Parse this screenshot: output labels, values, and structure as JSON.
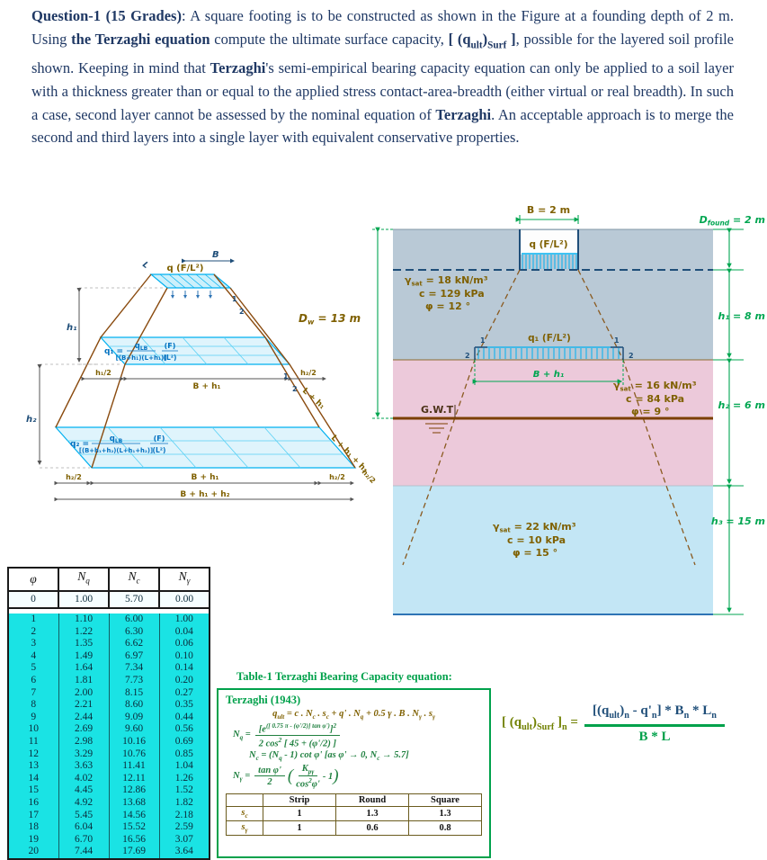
{
  "question": {
    "heading": "Question-1 (15 Grades)",
    "t1": ": A square footing is to be constructed as shown in the Figure at a founding depth of 2 m. Using ",
    "b1": "the Terzaghi equation",
    "t2": " compute the ultimate surface capacity, ",
    "capacity": [
      [
        "n",
        "[ (q"
      ],
      [
        "s",
        "ult"
      ],
      [
        "n",
        ")"
      ],
      [
        "s",
        "Surf"
      ],
      [
        "n",
        " ]"
      ]
    ],
    "t3": ", possible for the layered soil profile shown. Keeping in mind that ",
    "b2": "Terzaghi",
    "t4": "'s semi-empirical bearing capacity equation can only be applied to a soil layer with a thickness greater than or equal to the applied stress contact-area-breadth (either virtual or real breadth). In such a case, second layer cannot be assessed by the nominal equation of ",
    "b3": "Terzaghi",
    "t5": ". An acceptable approach is to merge the second and third layers into a single layer with equivalent conservative properties."
  },
  "iso": {
    "q_top": "q (F/L²)",
    "b": "B",
    "l": "L",
    "h1": "h₁",
    "h2": "h₂",
    "q1_eq": "q₁ =",
    "qlb_q": "q",
    "qlb_sub": "LB",
    "q1_den": "[(B+h₁)(L+h₁)]",
    "f_num": "(F)",
    "l2_den": "(L²)",
    "q2_eq": "q₂ =",
    "q2_den": "[(B+h₁+h₂)(L+h₁+h₂)]",
    "h1_half": "h₁/2",
    "h2_half": "h₂/2",
    "b_h1": "B + h₁",
    "b_h1_h2": "B + h₁ + h₂",
    "l_h1": "L + h₁",
    "l_h1_h2": "L + h₁ + h₂",
    "one": "1",
    "two": "2"
  },
  "section": {
    "b_top": "B = 2 m",
    "q_top": "q (F/L²)",
    "dfound": {
      "d": "D",
      "sub": "found",
      "rest": " = 2 m"
    },
    "dw": {
      "d": "D",
      "sub": "w",
      "rest": " = 13 m"
    },
    "layer1": {
      "g": "γ",
      "gs": "sat",
      "gr": " = 18 kN/m³",
      "c": "c = 129 kPa",
      "p": "φ = 12 °"
    },
    "q1": "q₁ (F/L²)",
    "b_h1": "B + h₁",
    "layer2": {
      "g": "γ",
      "gs": "sat",
      "gr": " = 16 kN/m³",
      "c": "c = 84 kPa",
      "p": "φ = 9 °"
    },
    "gwt": "G.W.T",
    "layer3": {
      "g": "γ",
      "gs": "sat",
      "gr": " = 22 kN/m³",
      "c": "c = 10 kPa",
      "p": "φ = 15 °"
    },
    "h1": "h₁ = 8 m",
    "h2": "h₂ = 6 m",
    "h3": "h₃ = 15 m",
    "one": "1",
    "two": "2"
  },
  "factors_table": {
    "headers": [
      [
        [
          "n",
          "φ"
        ]
      ],
      [
        [
          "n",
          "N"
        ],
        [
          "s",
          "q"
        ]
      ],
      [
        [
          "n",
          "N"
        ],
        [
          "s",
          "c"
        ]
      ],
      [
        [
          "n",
          "N"
        ],
        [
          "s",
          "γ"
        ]
      ]
    ],
    "row0": [
      "0",
      "1.00",
      "5.70",
      "0.00"
    ],
    "rows": [
      [
        "1",
        "1.10",
        "6.00",
        "1.00"
      ],
      [
        "2",
        "1.22",
        "6.30",
        "0.04"
      ],
      [
        "3",
        "1.35",
        "6.62",
        "0.06"
      ],
      [
        "4",
        "1.49",
        "6.97",
        "0.10"
      ],
      [
        "5",
        "1.64",
        "7.34",
        "0.14"
      ],
      [
        "6",
        "1.81",
        "7.73",
        "0.20"
      ],
      [
        "7",
        "2.00",
        "8.15",
        "0.27"
      ],
      [
        "8",
        "2.21",
        "8.60",
        "0.35"
      ],
      [
        "9",
        "2.44",
        "9.09",
        "0.44"
      ],
      [
        "10",
        "2.69",
        "9.60",
        "0.56"
      ],
      [
        "11",
        "2.98",
        "10.16",
        "0.69"
      ],
      [
        "12",
        "3.29",
        "10.76",
        "0.85"
      ],
      [
        "13",
        "3.63",
        "11.41",
        "1.04"
      ],
      [
        "14",
        "4.02",
        "12.11",
        "1.26"
      ],
      [
        "15",
        "4.45",
        "12.86",
        "1.52"
      ],
      [
        "16",
        "4.92",
        "13.68",
        "1.82"
      ],
      [
        "17",
        "5.45",
        "14.56",
        "2.18"
      ],
      [
        "18",
        "6.04",
        "15.52",
        "2.59"
      ],
      [
        "19",
        "6.70",
        "16.56",
        "3.07"
      ],
      [
        "20",
        "7.44",
        "17.69",
        "3.64"
      ]
    ]
  },
  "terzaghi_box": {
    "title": "Table-1 Terzaghi Bearing Capacity equation:",
    "author": "Terzaghi (1943)",
    "qult_formula": [
      [
        "n",
        "q"
      ],
      [
        "s",
        "ult"
      ],
      [
        "n",
        " = c . N"
      ],
      [
        "s",
        "c"
      ],
      [
        "n",
        " . s"
      ],
      [
        "s",
        "c"
      ],
      [
        "n",
        " + q' . N"
      ],
      [
        "s",
        "q"
      ],
      [
        "n",
        " + 0.5 γ . B . N"
      ],
      [
        "s",
        "γ"
      ],
      [
        "n",
        " . s"
      ],
      [
        "s",
        "γ"
      ]
    ],
    "nq_lhs": [
      [
        "n",
        "N"
      ],
      [
        "s",
        "q"
      ],
      [
        "n",
        " = "
      ]
    ],
    "nq_num": [
      [
        "n",
        "[e"
      ],
      [
        "p",
        "([ 0.75 π - (φ'/2)] tan φ')"
      ],
      [
        "n",
        "]"
      ],
      [
        "p",
        "2"
      ]
    ],
    "nq_den": [
      [
        "n",
        "2 cos"
      ],
      [
        "p",
        "2"
      ],
      [
        "n",
        " [ 45 + (φ'/2) ]"
      ]
    ],
    "nc_formula": [
      [
        "n",
        "N"
      ],
      [
        "s",
        "c"
      ],
      [
        "n",
        " = (N"
      ],
      [
        "s",
        "q"
      ],
      [
        "n",
        " - 1) cot φ'  [as φ' → 0, N"
      ],
      [
        "s",
        "c"
      ],
      [
        "n",
        " → 5.7]"
      ]
    ],
    "ng_lhs": [
      [
        "n",
        "N"
      ],
      [
        "s",
        "γ"
      ],
      [
        "n",
        " = "
      ]
    ],
    "ng_num1": [
      [
        "n",
        "tan φ'"
      ]
    ],
    "ng_den1": [
      [
        "n",
        "2"
      ]
    ],
    "ng_num2": [
      [
        "n",
        "K"
      ],
      [
        "s",
        "pγ"
      ]
    ],
    "ng_den2": [
      [
        "n",
        "cos"
      ],
      [
        "p",
        "2"
      ],
      [
        "n",
        "φ'"
      ]
    ],
    "ng_tail": [
      [
        "n",
        " - 1"
      ]
    ],
    "spacing": {
      "headers": [
        "",
        "Strip",
        "Round",
        "Square"
      ],
      "rows": [
        {
          "label": [
            [
              "n",
              "s"
            ],
            [
              "s",
              "c"
            ]
          ],
          "values": [
            "1",
            "1.3",
            "1.3"
          ]
        },
        {
          "label": [
            [
              "n",
              "s"
            ],
            [
              "s",
              "γ"
            ]
          ],
          "values": [
            "1",
            "0.6",
            "0.8"
          ]
        }
      ]
    }
  },
  "main_eq": {
    "lhs": [
      [
        "n",
        "[ (q"
      ],
      [
        "s",
        "ult"
      ],
      [
        "n",
        ")"
      ],
      [
        "s",
        "Surf"
      ],
      [
        "n",
        " ]"
      ],
      [
        "s",
        "n"
      ],
      [
        "n",
        " ="
      ]
    ],
    "num": [
      [
        "n",
        "[(q"
      ],
      [
        "s",
        "ult"
      ],
      [
        "n",
        ")"
      ],
      [
        "s",
        "n"
      ],
      [
        "n",
        " - q'"
      ],
      [
        "s",
        "n"
      ],
      [
        "n",
        "] * B"
      ],
      [
        "s",
        "n"
      ],
      [
        "n",
        " * L"
      ],
      [
        "s",
        "n"
      ]
    ],
    "den": [
      [
        "n",
        "B * L"
      ]
    ]
  }
}
